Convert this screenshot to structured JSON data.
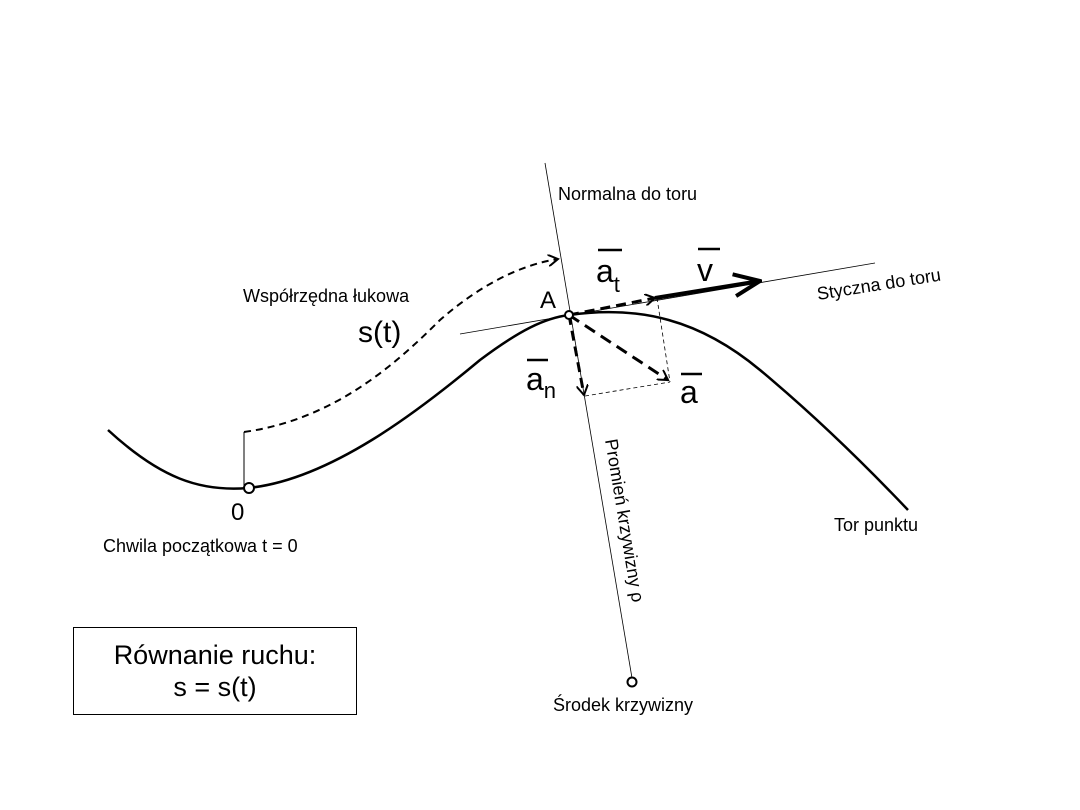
{
  "labels": {
    "normal": "Normalna do toru",
    "tangent": "Styczna do toru",
    "arc_coord": "Współrzędna łukowa",
    "s_t": "s(t)",
    "point_a": "A",
    "origin": "0",
    "initial_time": "Chwila początkowa t = 0",
    "path": "Tor punktu",
    "radius": "Promień krzywizny ρ",
    "center": "Środek krzywizny",
    "v": "v",
    "a": "a",
    "a_t": "a",
    "a_t_sub": "t",
    "a_n": "a",
    "a_n_sub": "n"
  },
  "equation_box": {
    "line1": "Równanie ruchu:",
    "line2": "s = s(t)"
  }
}
